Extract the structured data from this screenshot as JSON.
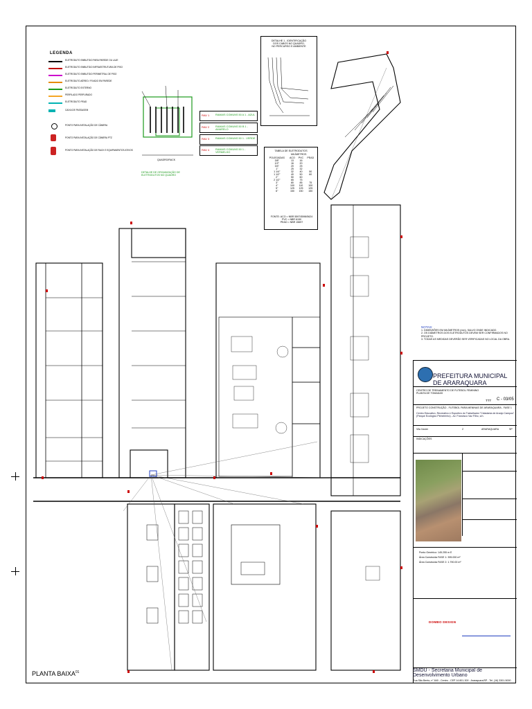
{
  "legend": {
    "title": "LEGENDA",
    "items": [
      {
        "label": "ELETRODUTO EMBUTIDO PARA PAREDE OU LAJE",
        "color": "#000000"
      },
      {
        "label": "ELETRODUTO EMBUTIDO INFRAESTRUTURA DE PISO",
        "color": "#c00000"
      },
      {
        "label": "ELETRODUTO EMBUTIDO PERIMETRAL DE PISO",
        "color": "#cc00cc"
      },
      {
        "label": "ELETRODUTO AÉREO / FIXADO EM PAREDE",
        "color": "#e68a00"
      },
      {
        "label": "ELETRODUTO EXTERNO",
        "color": "#1a9a1a"
      },
      {
        "label": "PERFILADO PERFURADO",
        "color": "#f5a623"
      },
      {
        "label": "ELETRODUTO PEAD",
        "color": "#00b3b3"
      },
      {
        "label": "CAIXA DE PASSAGEM",
        "color": "#00b3b3"
      }
    ],
    "points": [
      "PONTO PARA INSTALAÇÃO DE CÂMERA",
      "PONTO PARA INSTALAÇÃO DE CÂMERA PTZ",
      "PONTO PARA INSTALAÇÃO DE RACK E EQUIPAMENTOS ATIVOS"
    ]
  },
  "detail": {
    "title_lines": [
      "DETALHE 1 - IDENTIFICAÇÃO",
      "DOS CABOS NO QUADRO,",
      "NO PERCURSO E AMBIENTE"
    ],
    "rack_caption": "QUADRO/RACK",
    "rack_note": "DETALHE DE ORGANIZAÇÃO DE ELETRODUTOS NO QUADRO"
  },
  "modules": [
    {
      "key": "RAV 1",
      "value": "RAMAIS COMUNS 50 A 1 - AZUL"
    },
    {
      "key": "RAV 2",
      "value": "RAMAIS COMUNS 50 B 1 - AMARELO"
    },
    {
      "key": "RAV 3",
      "value": "RAMAIS COMUNS 50 1 - VERDE"
    },
    {
      "key": "RAV 4",
      "value": "RAMAIS COMUNS 50 1 - VERMELHO"
    }
  ],
  "conduit_table": {
    "title": "TABELA DE ELETRODUTOS",
    "header": [
      "POLEGADAS",
      "ACO",
      "PVC",
      "PEAD"
    ],
    "subheader": "MILÍMETROS",
    "rows": [
      [
        "3/8\"",
        "13",
        "16",
        ""
      ],
      [
        "1/2\"",
        "16",
        "20",
        ""
      ],
      [
        "3/4\"",
        "20",
        "25",
        ""
      ],
      [
        "1\"",
        "25",
        "32",
        ""
      ],
      [
        "1 1/4\"",
        "32",
        "40",
        "50"
      ],
      [
        "1 1/2\"",
        "40",
        "50",
        "60"
      ],
      [
        "2\"",
        "50",
        "60",
        ""
      ],
      [
        "2 1/2\"",
        "65",
        "75",
        ""
      ],
      [
        "3\"",
        "80",
        "85",
        "75"
      ],
      [
        "4\"",
        "100",
        "110",
        "100"
      ],
      [
        "5\"",
        "125",
        "125",
        "125"
      ],
      [
        "6\"",
        "150",
        "150",
        "150"
      ]
    ],
    "footnote": [
      "FONTE: ACO = NBR 5597/5598/5624",
      "PVC = NBR 6150",
      "PEAD = NBR 15697"
    ]
  },
  "notes": {
    "title": "NOTAS:",
    "items": [
      "1. DIMENSÕES EM MILÍMETROS (mm), SALVO ONDE INDICADO.",
      "2. OS DIÂMETROS DOS ELETRODUTOS DEVEM SER CONFIRMADOS NO PROJETO.",
      "3. TODAS AS MEDIDAS DEVERÃO SER VERIFICADAS NO LOCAL DA OBRA."
    ]
  },
  "titleblock": {
    "org": "PREFEITURA MUNICIPAL DE ARARAQUARA",
    "project_lines": [
      "CENTRO DE TREINAMENTO DE FUTEBOL FEMININO",
      "PLANTA DE TOMADAS"
    ],
    "sheet_code": "C - 03/05",
    "sheet_prefix": "TTT",
    "obra": "PROJETO CONSTRUÇÃO - FUTEBOL PARA MENINAS DE ARARAQUARA - FASE 1",
    "local_lines": [
      "Centro Educativo, Recreativo e Esportivo do Trabalhador \"Cidadania de Araújo Campos\"",
      "(Parque Ecológico Pinheirinho) - Av. Francisco Vaz Filho, s/n."
    ],
    "author": "Vila Xavier",
    "number": "2",
    "city": "ARARAQUARA",
    "state": "SP",
    "indications_label": "INDICAÇÕES",
    "coords": [
      "Ponto Genérico: 145.255 m E",
      "Área Construída FASE 1: 395.000 m²",
      "Área Construída FASE 2: 1.790.00 m²"
    ],
    "logo_text": "DOMBO DESIGN",
    "footer_title": "SMDU - Secretaria Municipal de Desenvolvimento Urbano",
    "footer_address": "Rua São Bento, n° 840 - Centro - CEP 14.801-300 - Araraquara/SP - Tel. (16) 3301-5000"
  },
  "plan_caption": "PLANTA BAIXA",
  "plan_caption_sup": "01"
}
